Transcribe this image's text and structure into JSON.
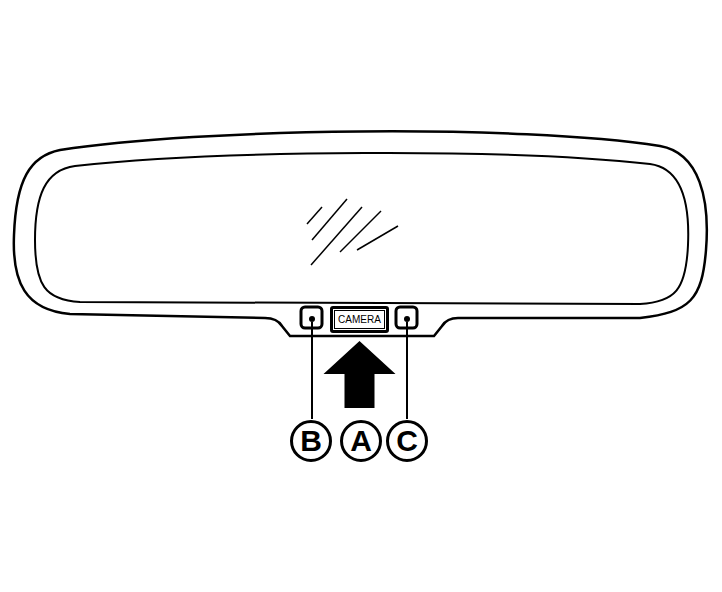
{
  "diagram": {
    "nodes": [
      {
        "text": [
          "CAMERA"
        ]
      },
      {
        "text": [
          "B"
        ]
      },
      {
        "text": [
          "A"
        ]
      },
      {
        "text": [
          "C"
        ]
      }
    ],
    "edges": [
      {
        "from": 2,
        "to": 0,
        "arrow": "to"
      }
    ]
  }
}
